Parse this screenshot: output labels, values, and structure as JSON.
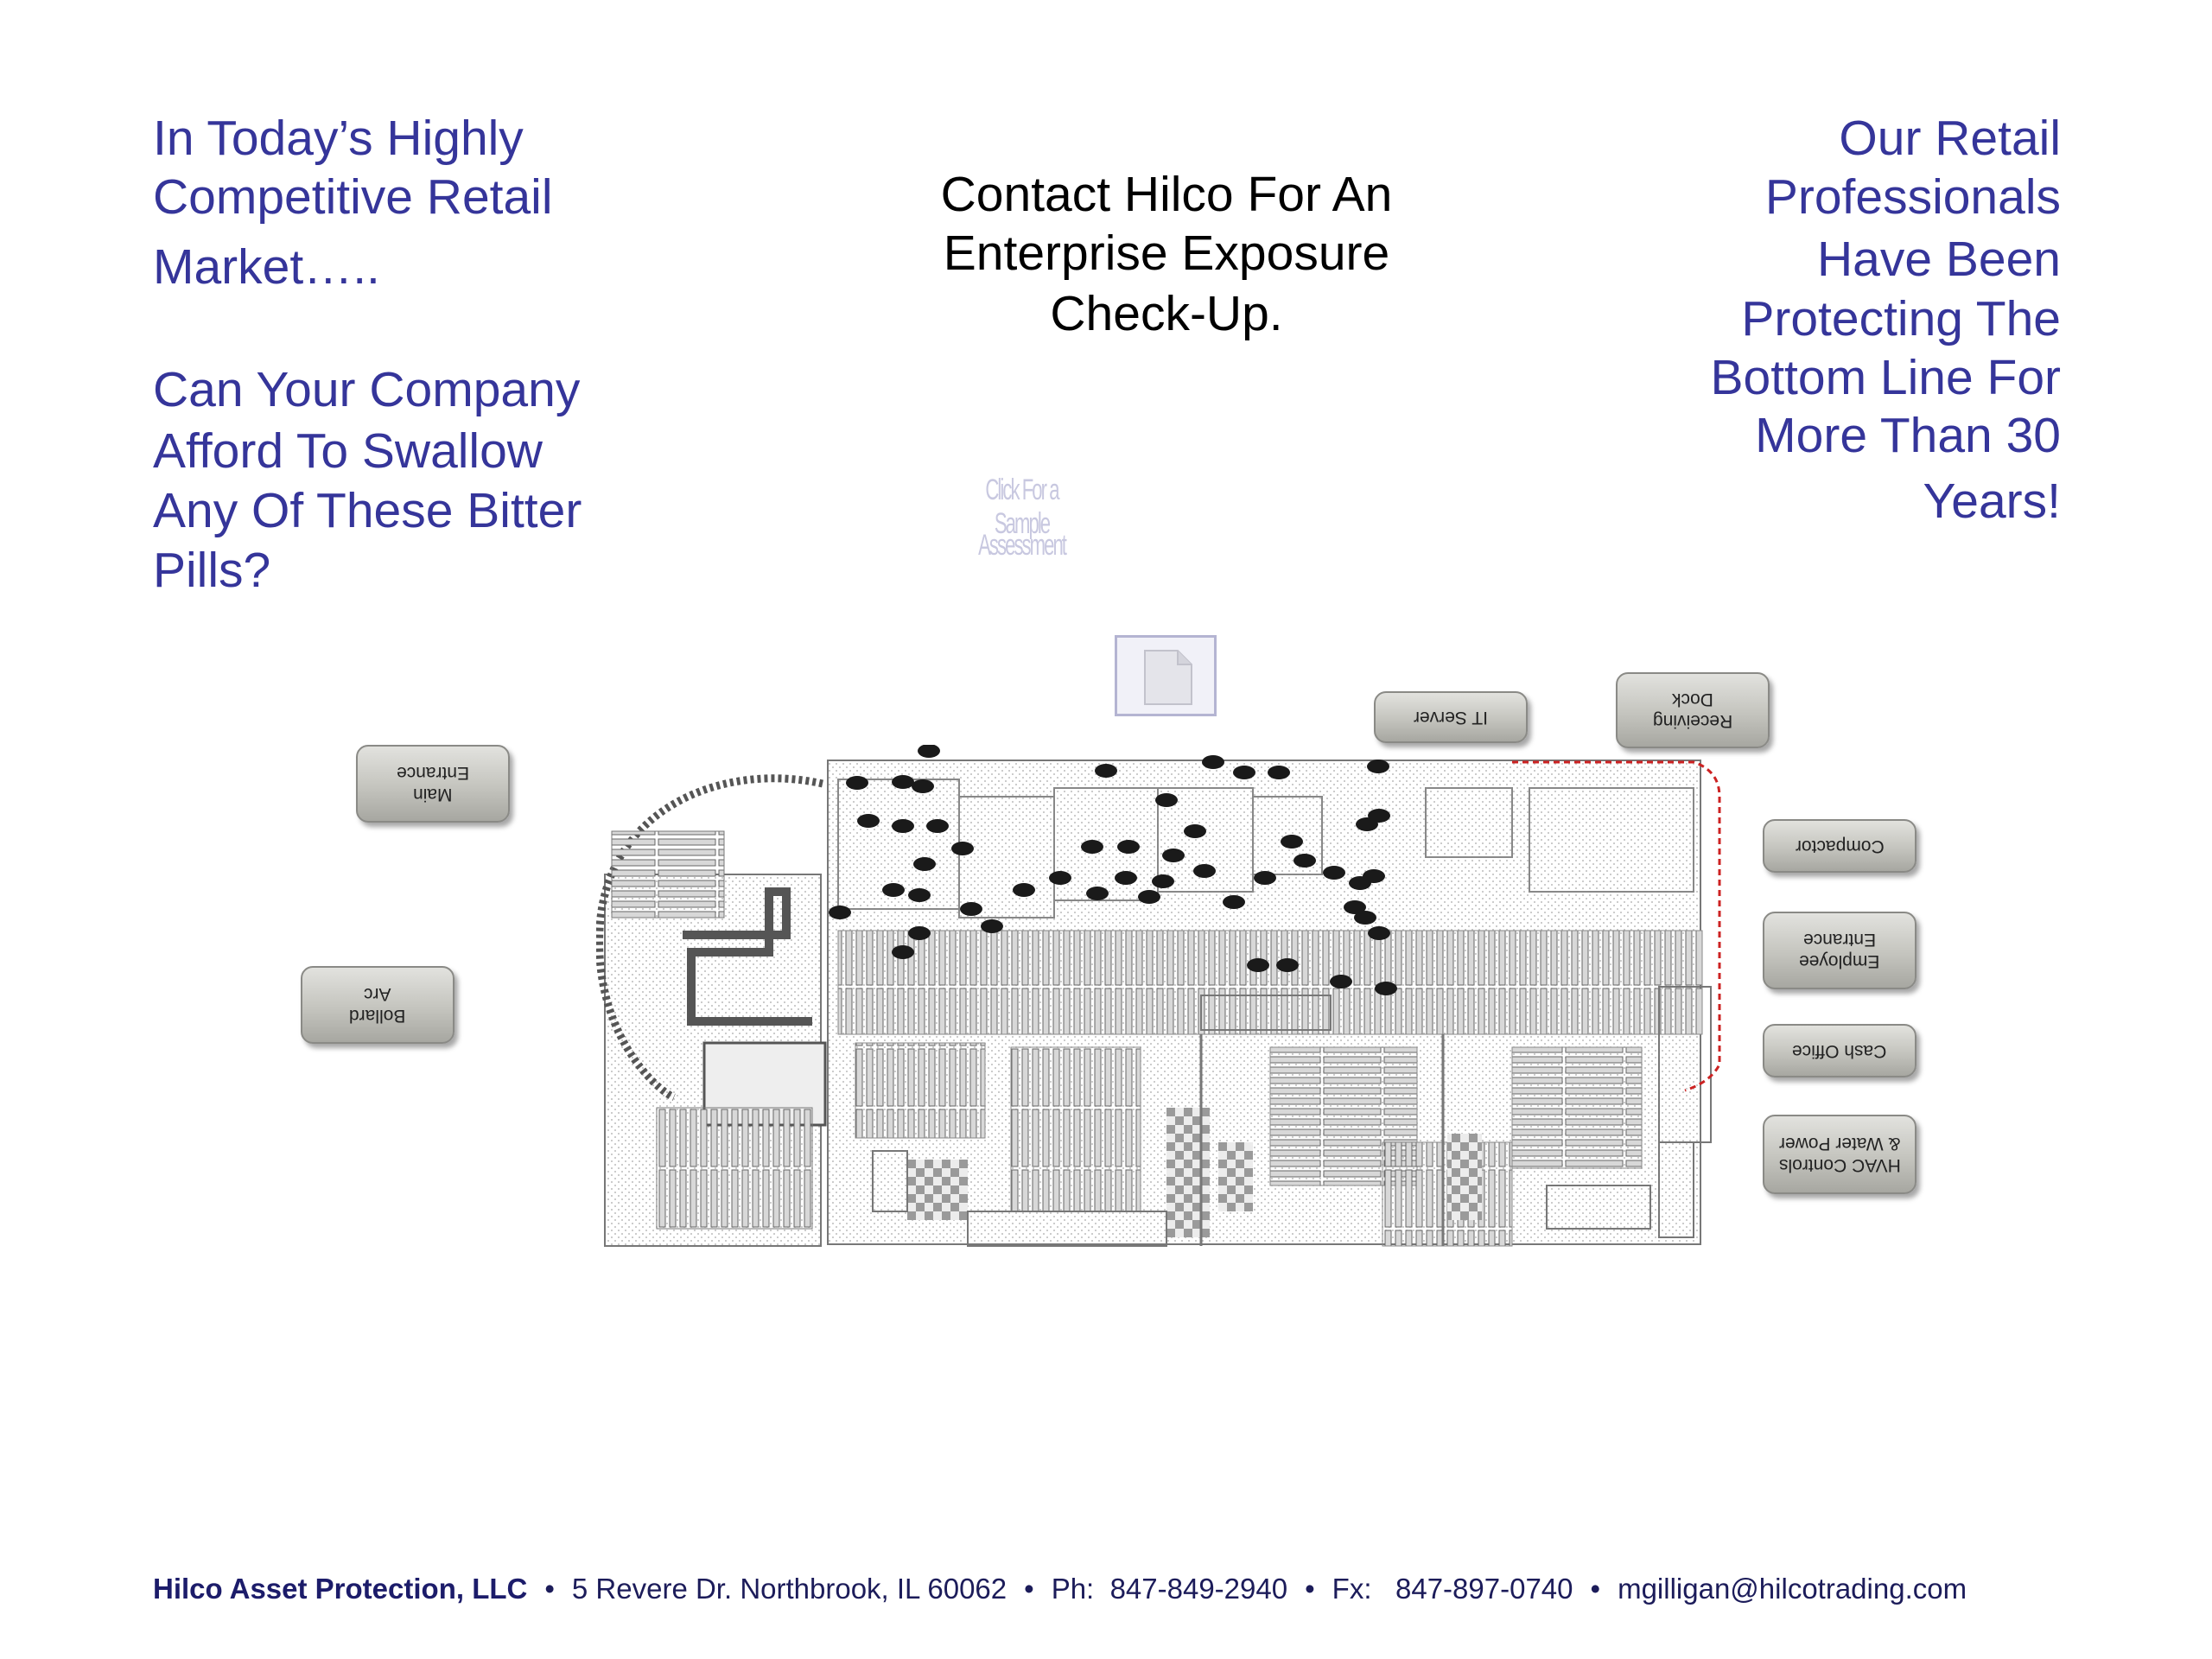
{
  "left_text": {
    "lines_a": [
      "In Today’s Highly",
      "Competitive Retail",
      "Market….."
    ],
    "lines_b": [
      "Can Your Company",
      "Afford To Swallow",
      "Any Of These Bitter",
      "Pills?"
    ]
  },
  "center_text": {
    "lines": [
      "Contact Hilco For An",
      "Enterprise Exposure",
      "Check-Up."
    ]
  },
  "sample_link": {
    "lines": [
      "Click For a Sample",
      "Assessment"
    ]
  },
  "right_text": {
    "lines": [
      "Our Retail",
      "Professionals",
      "Have Been",
      "Protecting The",
      "Bottom Line For",
      "More Than 30",
      "Years!"
    ]
  },
  "floor_plan": {
    "tags": [
      {
        "id": "main-entrance",
        "lines": [
          "Main",
          "Entrance"
        ]
      },
      {
        "id": "bollard-arc",
        "lines": [
          "Bollard",
          "Arc"
        ]
      },
      {
        "id": "it-server",
        "lines": [
          "IT Server"
        ]
      },
      {
        "id": "receiving-dock",
        "lines": [
          "Receiving",
          "Dock"
        ]
      },
      {
        "id": "compactor",
        "lines": [
          "Compactor"
        ]
      },
      {
        "id": "employee-entrance",
        "lines": [
          "Employee",
          "Entrance"
        ]
      },
      {
        "id": "cash-office",
        "lines": [
          "Cash Office"
        ]
      },
      {
        "id": "hvac-controls",
        "lines": [
          "HVAC Controls",
          "& Water Power"
        ]
      }
    ],
    "colors": {
      "pill": "#1a1a1a",
      "dock_outline": "#cc2222"
    }
  },
  "footer": {
    "company": "Hilco Asset Protection, LLC",
    "address": "5 Revere Dr. Northbrook, IL 60062",
    "phone_label": "Ph:",
    "phone": "847-849-2940",
    "fax_label": "Fx:",
    "fax": "847-897-0740",
    "email": "mgilligan@hilcotrading.com",
    "separator": "•"
  }
}
